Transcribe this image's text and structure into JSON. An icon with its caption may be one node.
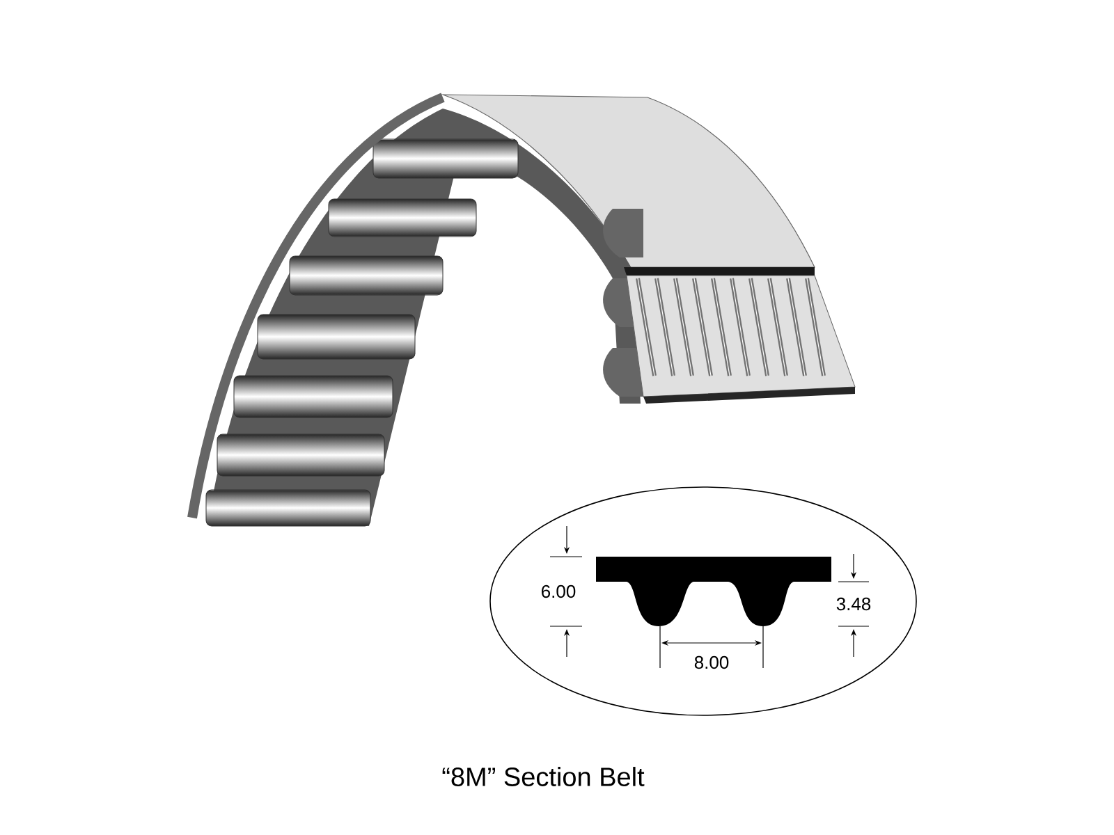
{
  "diagram": {
    "caption": "“8M” Section Belt",
    "labels": [
      "6.00",
      "3.48",
      "8.00"
    ]
  }
}
